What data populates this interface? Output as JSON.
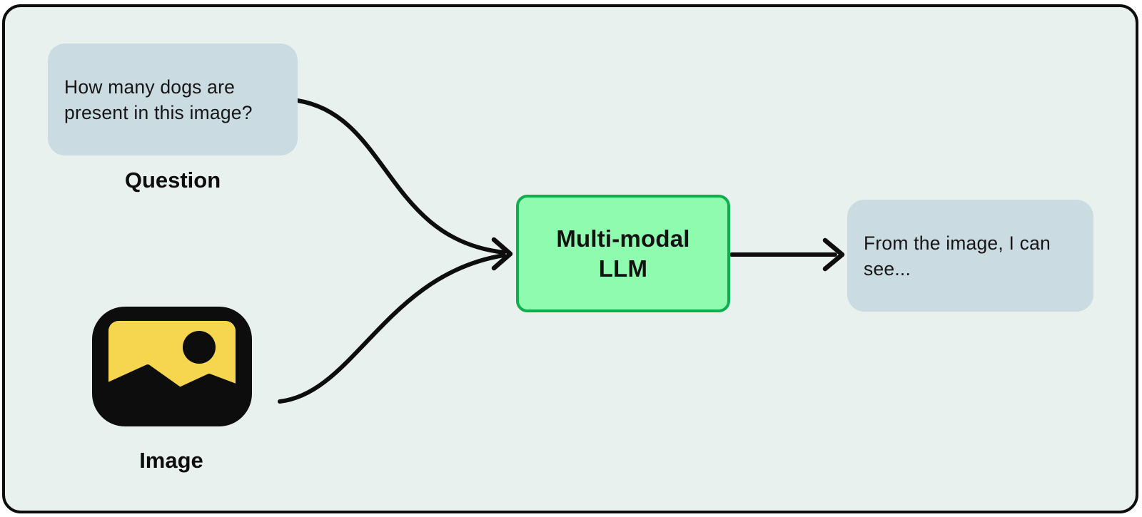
{
  "diagram": {
    "title": "multi-modal-llm-flow",
    "nodes": {
      "question": {
        "text": "How many dogs are present in this image?",
        "label": "Question",
        "fill": "#cbdbe2"
      },
      "image": {
        "label": "Image",
        "icon": "picture-icon",
        "icon_frame_color": "#0d0d0d",
        "icon_sky_color": "#f7d64f"
      },
      "llm": {
        "text": "Multi-modal LLM",
        "fill": "#8ffbae",
        "border_color": "#0fae4e"
      },
      "output": {
        "text": "From the image, I can see...",
        "fill": "#cbdbe2"
      }
    },
    "edges": [
      {
        "name": "question-to-llm",
        "style": "curved",
        "arrowhead": "shared-chevron"
      },
      {
        "name": "image-to-llm",
        "style": "curved",
        "arrowhead": "shared-chevron"
      },
      {
        "name": "llm-to-output",
        "style": "straight",
        "arrowhead": "chevron"
      }
    ],
    "colors": {
      "canvas_background": "#e9f1ee",
      "frame_border": "#0d0d0d",
      "ink": "#0d0d0d"
    }
  }
}
